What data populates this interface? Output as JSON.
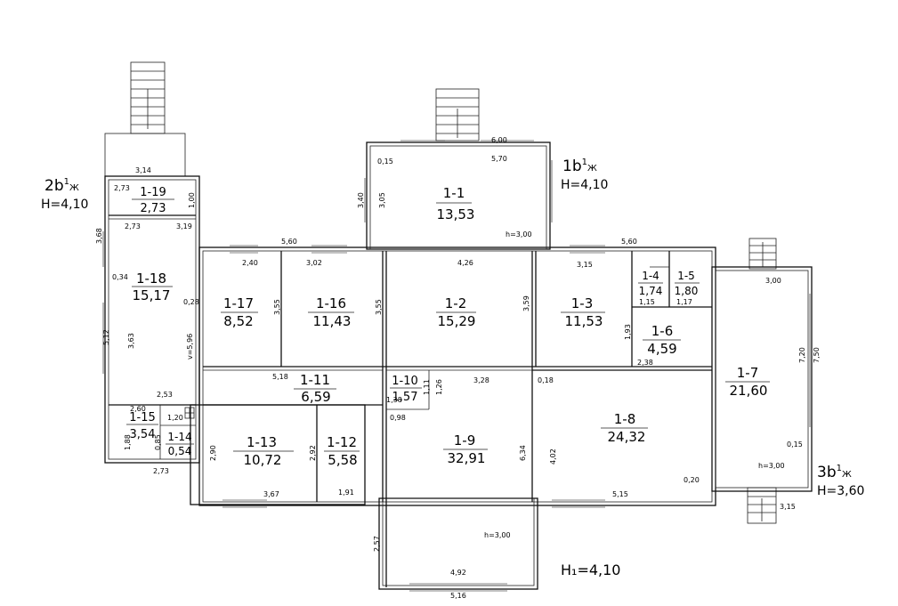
{
  "rooms": [
    {
      "id": "1-1",
      "area": "13,53"
    },
    {
      "id": "1-2",
      "area": "15,29"
    },
    {
      "id": "1-3",
      "area": "11,53"
    },
    {
      "id": "1-4",
      "area": "1,74"
    },
    {
      "id": "1-5",
      "area": "1,80"
    },
    {
      "id": "1-6",
      "area": "4,59"
    },
    {
      "id": "1-7",
      "area": "21,60"
    },
    {
      "id": "1-8",
      "area": "24,32"
    },
    {
      "id": "1-9",
      "area": "32,91"
    },
    {
      "id": "1-10",
      "area": "1,57"
    },
    {
      "id": "1-11",
      "area": "6,59"
    },
    {
      "id": "1-12",
      "area": "5,58"
    },
    {
      "id": "1-13",
      "area": "10,72"
    },
    {
      "id": "1-14",
      "area": "0,54"
    },
    {
      "id": "1-15",
      "area": "3,54"
    },
    {
      "id": "1-16",
      "area": "11,43"
    },
    {
      "id": "1-17",
      "area": "8,52"
    },
    {
      "id": "1-18",
      "area": "15,17"
    },
    {
      "id": "1-19",
      "area": "2,73"
    }
  ],
  "blocks": [
    {
      "label": "2b",
      "sup": "1",
      "sub": "Ж",
      "height": "H=4,10"
    },
    {
      "label": "1b",
      "sup": "1",
      "sub": "Ж",
      "height": "H=4,10"
    },
    {
      "label": "3b",
      "sup": "1",
      "sub": "Ж",
      "height": "H=3,60"
    }
  ],
  "general_height": "H₁=4,10",
  "dims": [
    "3,14",
    "2,73",
    "1,00",
    "2,73",
    "3,19",
    "3,68",
    "0,34",
    "0,28",
    "5,12",
    "3,63",
    "v=5,96",
    "2,53",
    "2,60",
    "1,20",
    "1,88",
    "0,85",
    "2,73",
    "5,60",
    "2,40",
    "3,02",
    "3,55",
    "3,55",
    "5,18",
    "1,38",
    "1,11",
    "1,26",
    "0,98",
    "2,90",
    "3,67",
    "2,92",
    "1,91",
    "0,15",
    "6,00",
    "5,70",
    "3,40",
    "3,05",
    "h=3,00",
    "4,26",
    "3,59",
    "3,28",
    "6,34",
    "2,57",
    "h=3,00",
    "4,92",
    "5,16",
    "5,60",
    "3,15",
    "1,15",
    "1,17",
    "1,93",
    "2,38",
    "0,18",
    "4,02",
    "5,15",
    "0,20",
    "3,00",
    "7,20",
    "7,50",
    "0,15",
    "h=3,00",
    "3,15"
  ]
}
